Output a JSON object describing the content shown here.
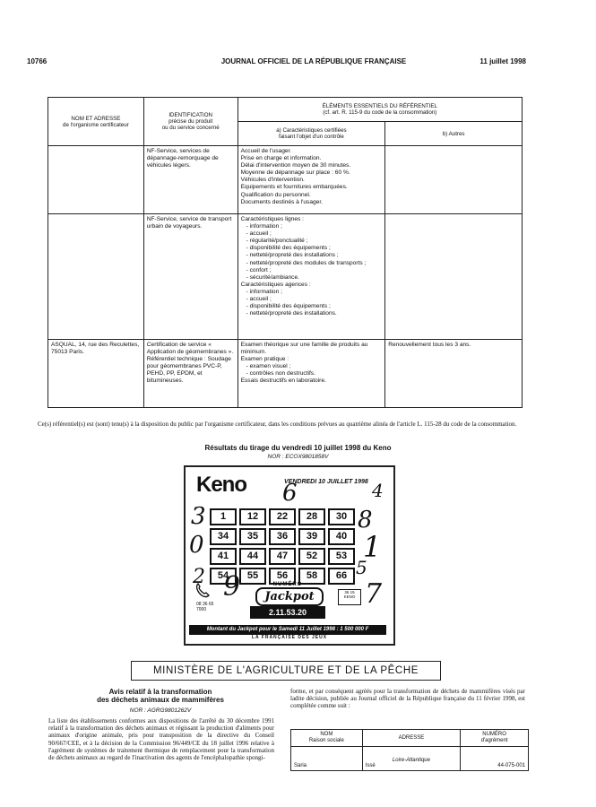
{
  "header": {
    "page_number": "10766",
    "title": "JOURNAL OFFICIEL DE LA RÉPUBLIQUE FRANÇAISE",
    "date": "11 juillet 1998"
  },
  "table": {
    "col1_header": "NOM ET ADRESSE\nde l'organisme certificateur",
    "col2_header": "IDENTIFICATION\nprécise du produit\nou du service concerné",
    "col3_header": "ÉLÉMENTS ESSENTIELS DU RÉFÉRENTIEL\n(cf. art. R. 115-9 du code de la consommation)",
    "col3a_header": "a) Caractéristiques certifiées\nfaisant l'objet d'un contrôle",
    "col3b_header": "b) Autres",
    "rows": [
      {
        "org": "",
        "product": "NF-Service, services de dépannage-remorquage de véhicules légers.",
        "characteristics": [
          "Accueil de l'usager.",
          "Prise en charge et information.",
          "Délai d'intervention moyen de 30 minutes.",
          "Moyenne de dépannage sur place : 60 %.",
          "Véhicules d'intervention.",
          "Equipements et fournitures embarquées.",
          "Qualification du personnel.",
          "Documents destinés à l'usager."
        ],
        "other": ""
      },
      {
        "org": "",
        "product": "NF-Service, service de transport urbain de voyageurs.",
        "characteristics": [
          "Caractéristiques lignes :",
          "  - information ;",
          "  - accueil ;",
          "  - régularité/ponctualité ;",
          "  - disponibilité des équipements ;",
          "  - netteté/propreté des installations ;",
          "  - netteté/propreté des modules de transports ;",
          "  - confort ;",
          "  - sécurité/ambiance.",
          "Caractéristiques agences :",
          "  - information ;",
          "  - accueil ;",
          "  - disponibilité des équipements ;",
          "  - netteté/propreté des installations."
        ],
        "other": ""
      },
      {
        "org": "ASQUAL, 14, rue des Reculettes, 75013 Paris.",
        "product": "Certification de service « Application de géomembranes ». Référentiel technique : Soudage pour géomembranes PVC-P, PEHD, PP, EPDM, et bitumineuses.",
        "characteristics": [
          "Examen théorique sur une famille de produits au minimum.",
          "Examen pratique :",
          "  - examen visuel ;",
          "  - contrôles non destructifs.",
          "Essais destructifs en laboratoire."
        ],
        "other": "Renouvellement tous les 3 ans."
      }
    ]
  },
  "footnote": "Ce(s) référentiel(s) est (sont) tenu(s) à la disposition du public par l'organisme certificateur, dans les conditions prévues au quatrième alinéa de l'article L. 115-28 du code de la consommation.",
  "keno": {
    "title": "Résultats du tirage du vendredi 10 juillet 1998 du Keno",
    "nor": "NOR : ECOX9801858V",
    "logo": "Keno",
    "date": "VENDREDI 10 JUILLET 1998",
    "numbers": [
      "1",
      "12",
      "22",
      "28",
      "30",
      "34",
      "35",
      "36",
      "39",
      "40",
      "41",
      "44",
      "47",
      "52",
      "53",
      "54",
      "55",
      "56",
      "58",
      "66"
    ],
    "jackpot_caption": "NUMÉRO",
    "jackpot_word": "Jackpot",
    "jackpot_number": "2.11.53.20",
    "phone": "08 36 65\n7000",
    "badge": "36 15\nKENO",
    "jackpot_bar": "Montant du Jackpot pour le Samedi 11 Juillet 1998 : 1 500 000 F",
    "brand": "LA FRANÇAISE DES JEUX"
  },
  "ministry": "MINISTÈRE DE L'AGRICULTURE ET DE LA PÊCHE",
  "avis": {
    "title": "Avis relatif à la transformation\ndes déchets animaux de mammifères",
    "nor": "NOR : AGRG9801262V",
    "body": "La liste des établissements conformes aux dispositions de l'arrêté du 30 décembre 1991 relatif à la transformation des déchets animaux et régissant la production d'aliments pour animaux d'origine animale, pris pour transposition de la directive du Conseil 90/667/CEE, et à la décision de la Commission 96/449/CE du 18 juillet 1996 relative à l'agrément de systèmes de traitement thermique de remplacement pour la transformation de déchets animaux au regard de l'inactivation des agents de l'encéphalopathie spongi-",
    "body_cont": "forme, et par conséquent agréés pour la transformation de déchets de mammifères visés par ladite décision, publiée au Journal officiel de la République française du 11 février 1998, est complétée comme suit :"
  },
  "establishments": {
    "headers": [
      "NOM\nRaison sociale",
      "ADRESSE",
      "NUMÉRO\nd'agrément"
    ],
    "rows": [
      {
        "name": "Saria",
        "region": "Loire-Atlantique",
        "address": "Issé",
        "number": "44-075-001"
      }
    ]
  }
}
